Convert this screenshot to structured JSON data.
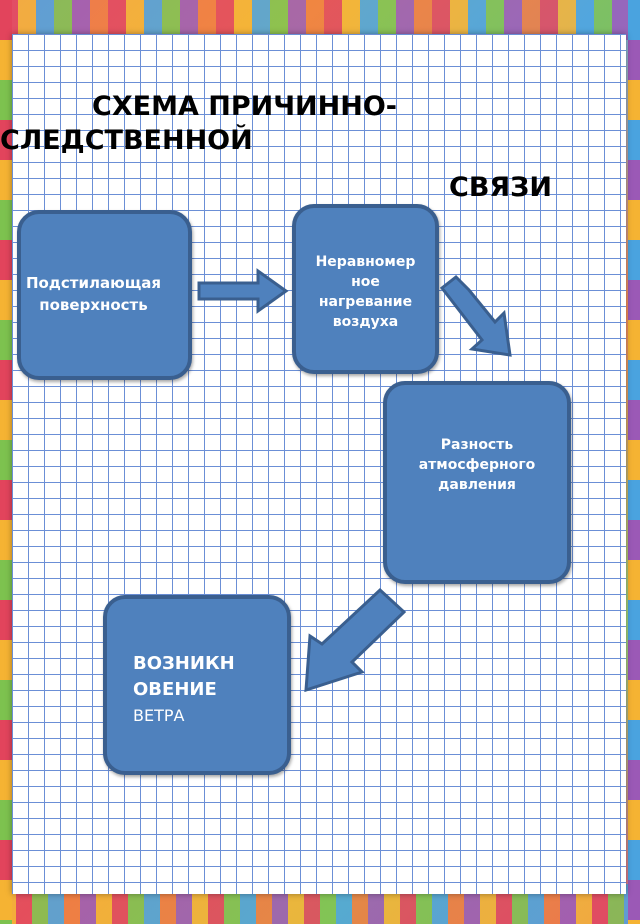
{
  "title": {
    "line1": "СХЕМА ПРИЧИННО-СЛЕДСТВЕННОЙ",
    "line2": "СВЯЗИ"
  },
  "nodes": [
    {
      "text": "Подстилающая поверхность"
    },
    {
      "text": "Неравномерное нагревание воздуха",
      "lines": [
        "Неравномер",
        "ное",
        "нагревание",
        "воздуха"
      ]
    },
    {
      "text": "Разность атмосферного давления",
      "lines": [
        "Разность",
        "атмосферного",
        "давления"
      ]
    },
    {
      "text": "ВОЗНИКНОВЕНИЕ ВЕТРА",
      "lines": [
        "ВОЗНИКН",
        "ОВЕНИЕ"
      ],
      "line3": "ВЕТРА"
    }
  ],
  "colors": {
    "node_fill": "#4f81bd",
    "node_border": "#3a5f8f",
    "grid": "#6b8fd6",
    "text": "#ffffff"
  }
}
